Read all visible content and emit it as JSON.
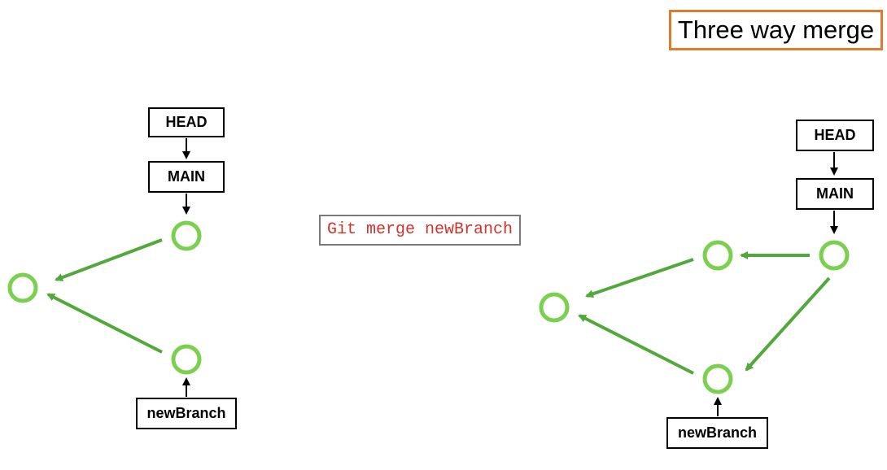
{
  "title": "Three way merge",
  "command": "Git merge newBranch",
  "left_graph": {
    "head_label": "HEAD",
    "main_label": "MAIN",
    "branch_label": "newBranch"
  },
  "right_graph": {
    "head_label": "HEAD",
    "main_label": "MAIN",
    "branch_label": "newBranch"
  },
  "colors": {
    "commit": "#7BD04F",
    "arrow": "#52A83A",
    "title_border": "#E07A2F",
    "command_text": "#D0342C",
    "ref_border": "#000000"
  }
}
